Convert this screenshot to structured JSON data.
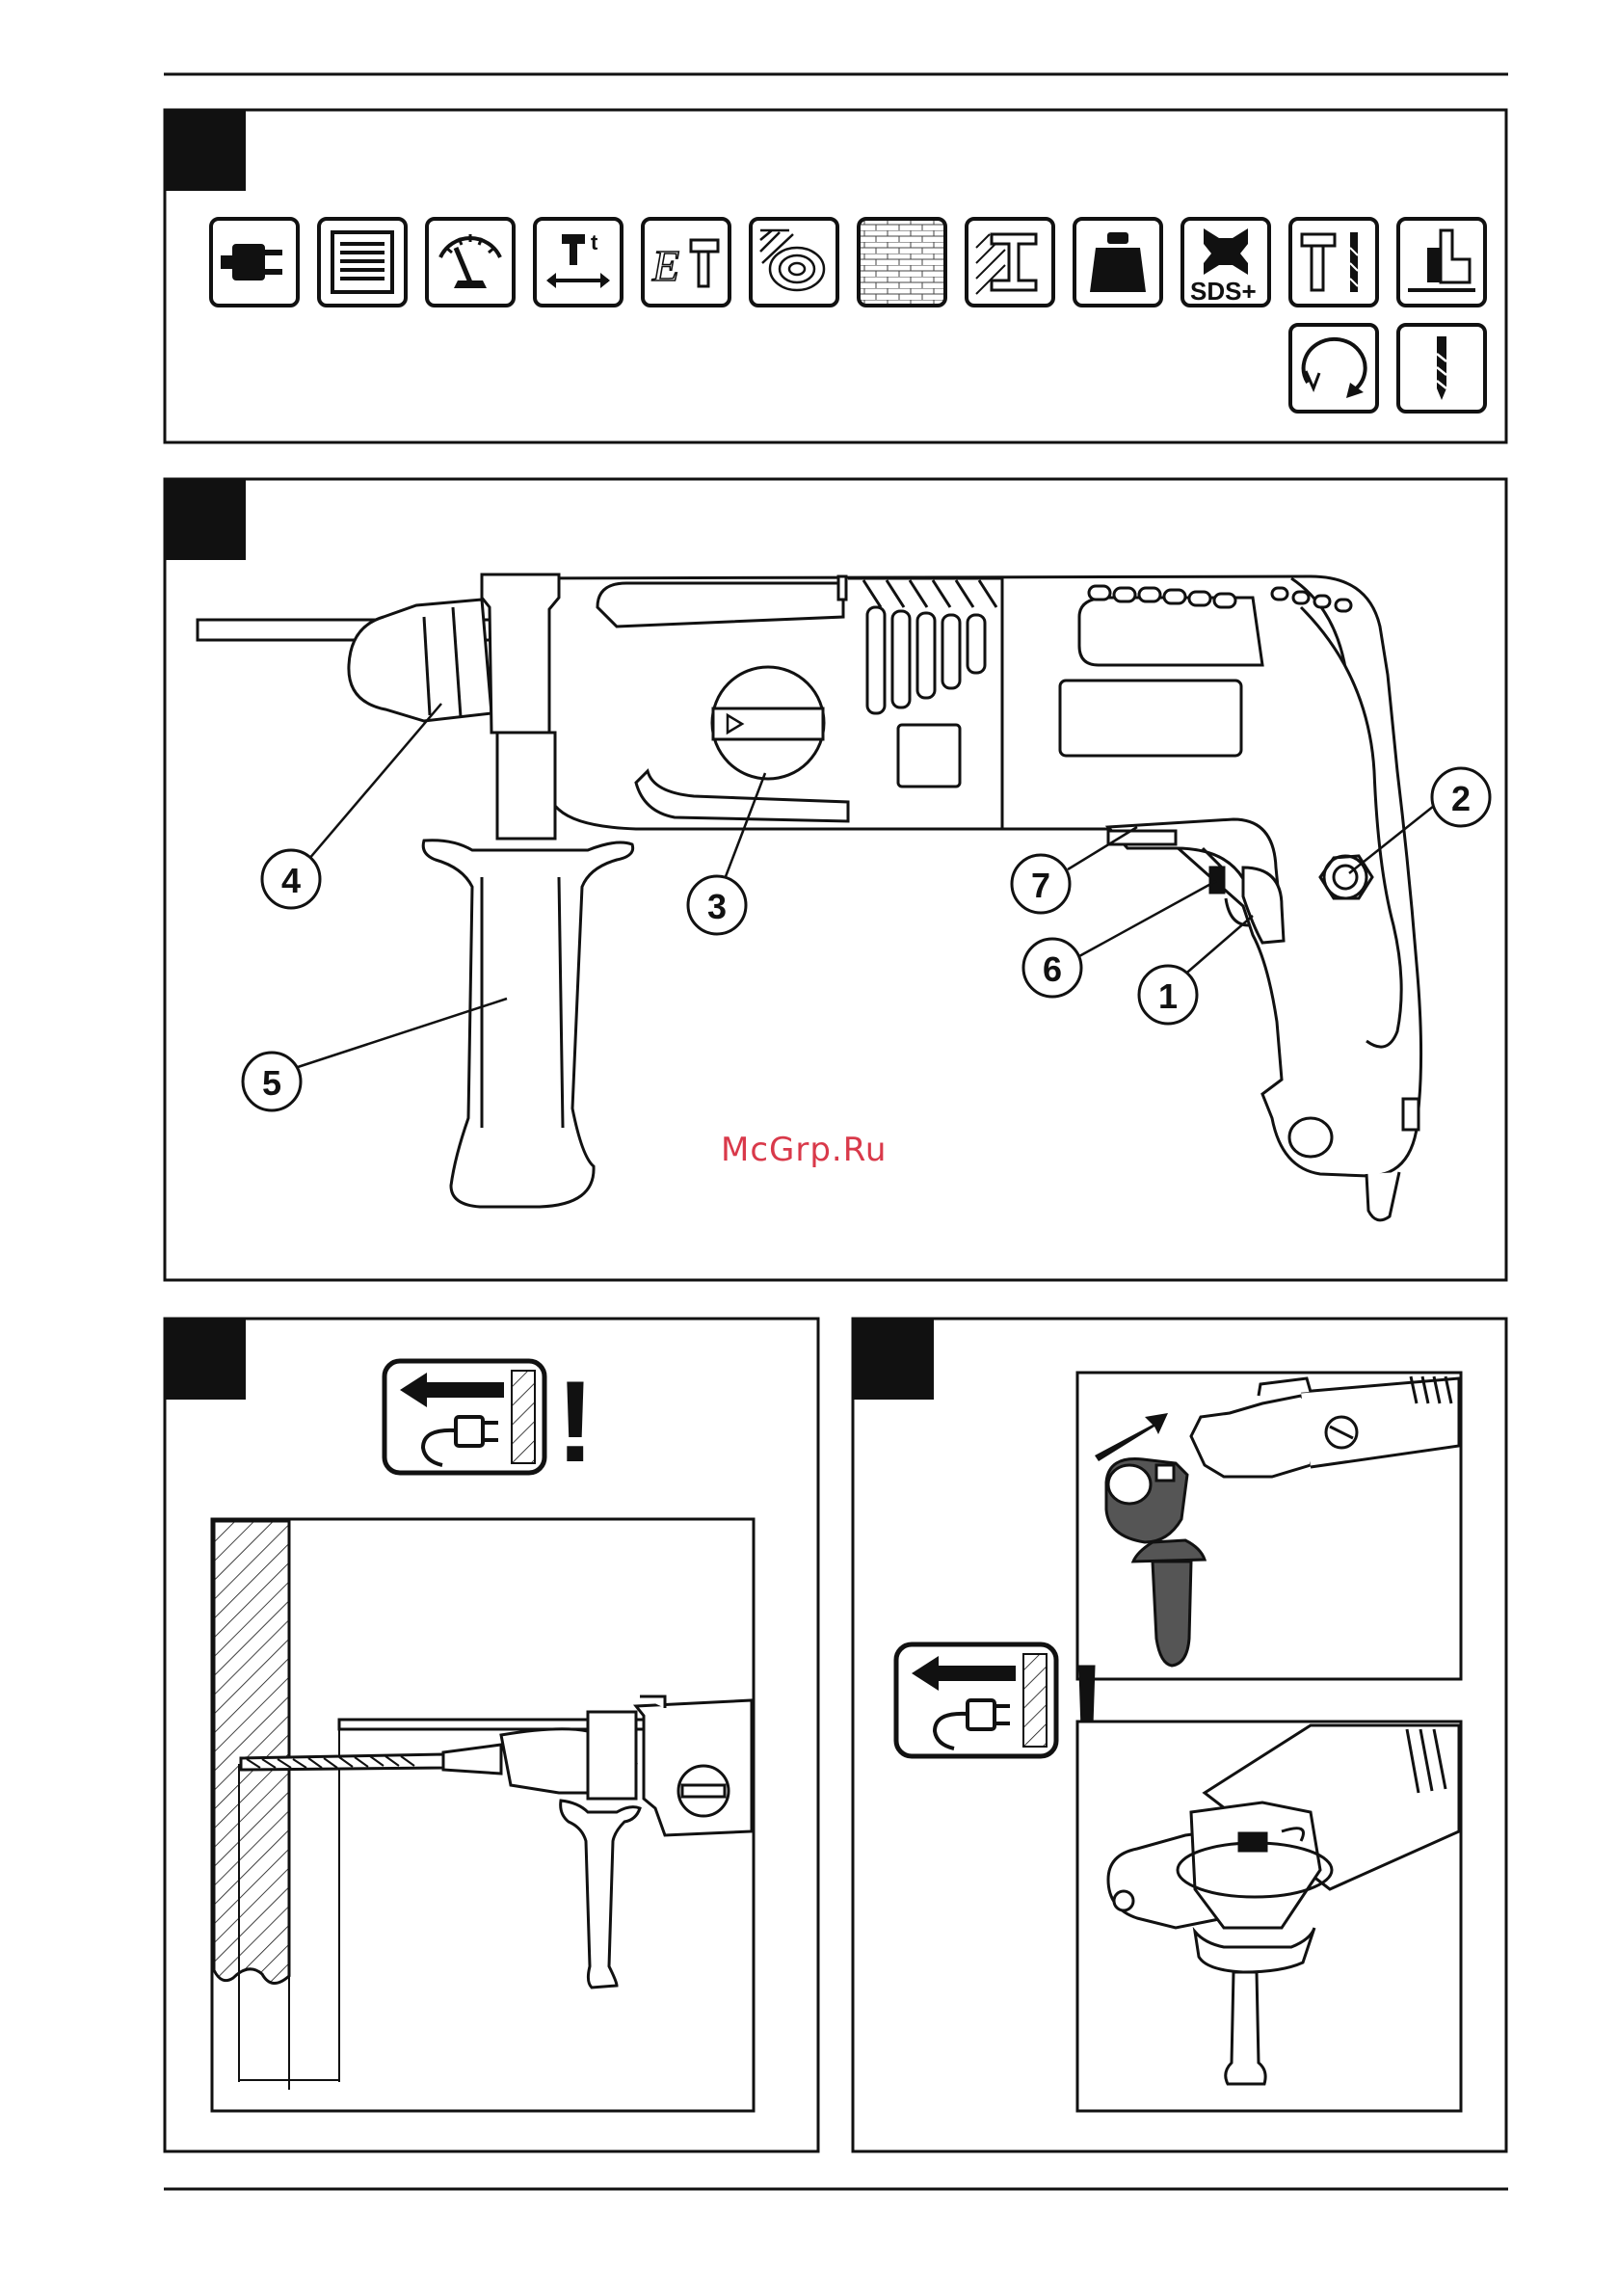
{
  "labels": {
    "n1": "1",
    "n2": "2",
    "n3": "3",
    "n4": "4",
    "n5": "5",
    "n6": "6",
    "n7": "7",
    "sds": "SDS+",
    "et": "E",
    "hammer_t": "t",
    "warn1": "!",
    "warn2": "!",
    "watermark": "McGrp.Ru"
  },
  "icons": [
    "plug-icon",
    "motor-icon",
    "gauge-icon",
    "hammer-stroke-icon",
    "et-hammer-icon",
    "wood-icon",
    "brick-icon",
    "steel-beam-icon",
    "weight-icon",
    "sds-plus-icon",
    "hammer-drill-icon",
    "collar-icon",
    "rotation-icon",
    "drill-bit-icon"
  ],
  "colors": {
    "ink": "#111111",
    "grip": "#555555",
    "watermark": "#d9394a"
  }
}
